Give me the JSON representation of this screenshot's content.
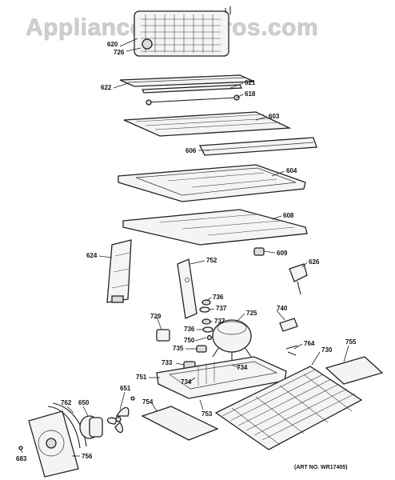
{
  "watermark": "AppliancePartsPros.com",
  "art_number": "(ART NO. WR17405)",
  "parts": {
    "p620": "620",
    "p726": "726",
    "p622": "622",
    "p621": "621",
    "p618": "618",
    "p603": "603",
    "p606": "606",
    "p604": "604",
    "p608": "608",
    "p609": "609",
    "p624": "624",
    "p752": "752",
    "p626": "626",
    "p736a": "736",
    "p737a": "737",
    "p725": "725",
    "p740": "740",
    "p729": "729",
    "p737b": "737",
    "p736b": "736",
    "p750": "750",
    "p764": "764",
    "p730": "730",
    "p755": "755",
    "p735": "735",
    "p733": "733",
    "p734a": "734",
    "p751": "751",
    "p734b": "734",
    "p754": "754",
    "p753": "753",
    "p762": "762",
    "p650": "650",
    "p651": "651",
    "p683": "683",
    "p756": "756"
  }
}
